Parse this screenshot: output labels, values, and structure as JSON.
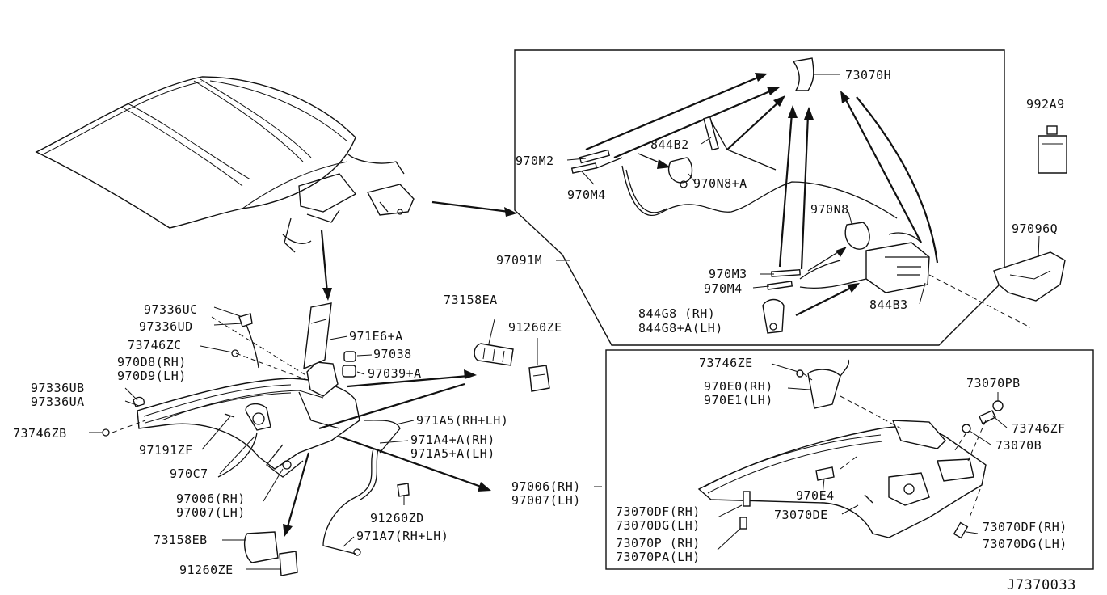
{
  "diagram_id": "J7370033",
  "labels": {
    "top_73070H": "73070H",
    "top_992A9": "992A9",
    "top_970M2": "970M2",
    "top_844B2": "844B2",
    "top_970N8A": "970N8+A",
    "top_970M4a": "970M4",
    "top_970N8": "970N8",
    "top_97096Q": "97096Q",
    "top_97091M": "97091M",
    "top_970M3": "970M3",
    "top_970M4b": "970M4",
    "top_844B3": "844B3",
    "top_844G8": "844G8  (RH)",
    "top_844G8A": "844G8+A(LH)",
    "l_97336UC": "97336UC",
    "l_97336UD": "97336UD",
    "l_73746ZC": "73746ZC",
    "l_970D8": "970D8(RH)",
    "l_970D9": "970D9(LH)",
    "l_97336UB": "97336UB",
    "l_97336UA": "97336UA",
    "l_73746ZB": "73746ZB",
    "l_97191ZF": "97191ZF",
    "l_970C7": "970C7",
    "l_97006": "97006(RH)",
    "l_97007": "97007(LH)",
    "l_73158EB": "73158EB",
    "l_91260ZEb": "91260ZE",
    "m_971E6A": "971E6+A",
    "m_97038": "97038",
    "m_97039A": "97039+A",
    "m_73158EA": "73158EA",
    "m_91260ZE": "91260ZE",
    "m_971A5": "971A5(RH+LH)",
    "m_971A4A": "971A4+A(RH)",
    "m_971A5A": "971A5+A(LH)",
    "m_97006": "97006(RH)",
    "m_97007": "97007(LH)",
    "m_91260ZD": "91260ZD",
    "m_971A7": "971A7(RH+LH)",
    "r_73746ZE": "73746ZE",
    "r_970E0": "970E0(RH)",
    "r_970E1": "970E1(LH)",
    "r_73070PB": "73070PB",
    "r_73746ZF": "73746ZF",
    "r_73070B": "73070B",
    "r_970E4": "970E4",
    "r_73070DE": "73070DE",
    "r_73070DF_l": "73070DF(RH)",
    "r_73070DG_l": "73070DG(LH)",
    "r_73070P": "73070P  (RH)",
    "r_73070PA": "73070PA(LH)",
    "r_73070DF_r": "73070DF(RH)",
    "r_73070DG_r": "73070DG(LH)"
  }
}
